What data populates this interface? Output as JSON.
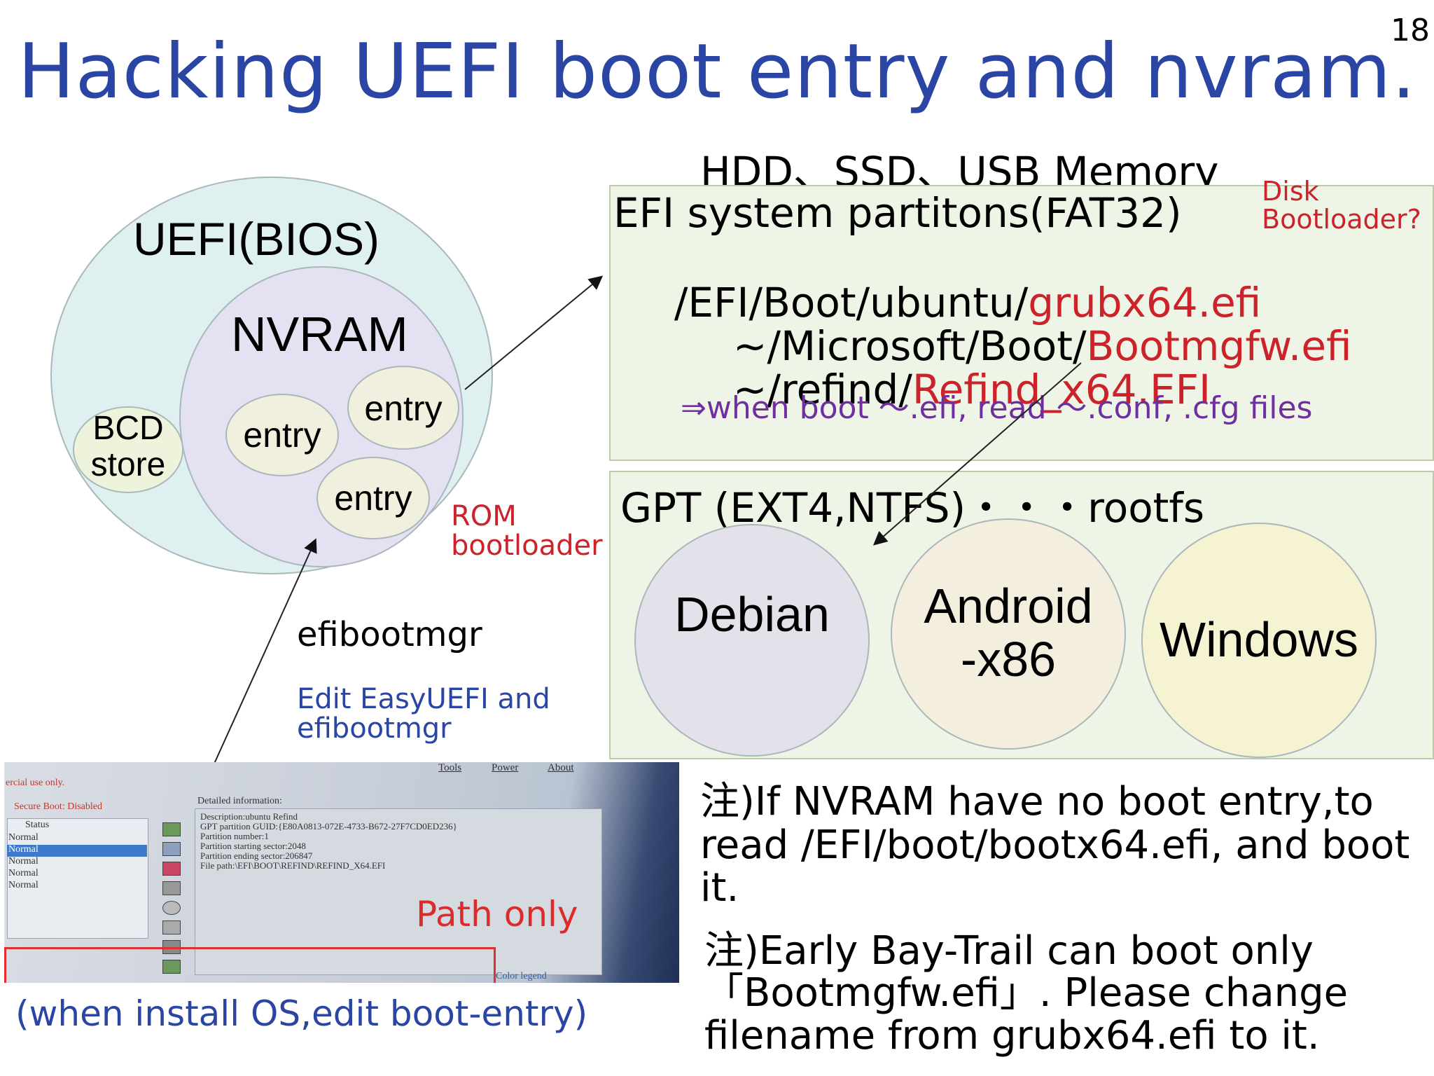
{
  "title": "Hacking UEFI boot entry and nvram.",
  "page_number": "18",
  "left": {
    "uefi_label": "UEFI(BIOS)",
    "nvram_label": "NVRAM",
    "bcd_label": "BCD store",
    "entries": [
      "entry",
      "entry",
      "entry"
    ],
    "rom_bootloader": "ROM bootloader",
    "efibootmgr": "efibootmgr",
    "edit_note": "Edit EasyUEFI and efibootmgr"
  },
  "right": {
    "storage_header": "HDD、SSD、USB Memory",
    "disk_bootloader": "Disk Bootloader?",
    "efi_title": "EFI system partitons(FAT32)",
    "paths": [
      {
        "prefix": "/EFI/Boot/ubuntu/",
        "file": "grubx64.efi"
      },
      {
        "prefix": "~/Microsoft/Boot/",
        "file": "Bootmgfw.efi"
      },
      {
        "prefix": "~/refind/",
        "file": "Refind_x64.EFI"
      }
    ],
    "when_boot": "⇒when boot ～.efi, read ～.conf, .cfg files",
    "gpt_title": "GPT (EXT4,NTFS)・・・rootfs",
    "os": [
      "Debian",
      "Android -x86",
      "Windows"
    ]
  },
  "screenshot": {
    "warning": "ercial use only.",
    "secure_boot": "Secure Boot: Disabled",
    "menu": [
      "Tools",
      "Power",
      "About"
    ],
    "status_header": "Status",
    "status_rows": [
      "Normal",
      "Normal",
      "Normal",
      "Normal",
      "Normal"
    ],
    "detail_title": "Detailed information:",
    "details": [
      "Description:ubuntu Refind",
      "GPT partition GUID:{E80A0813-072E-4733-B672-27F7CD0ED236}",
      "Partition number:1",
      "Partition starting sector:2048",
      "Partition ending sector:206847",
      "File path:\\EFI\\BOOT\\REFIND\\REFIND_X64.EFI"
    ],
    "color_legend": "Color legend",
    "path_only": "Path only",
    "caption": "(when install OS,edit boot-entry)"
  },
  "notes": [
    "注)If NVRAM have no boot entry,to read /EFI/boot/bootx64.efi, and boot it.",
    "注)Early Bay-Trail can boot only「Bootmgfw.efi」. Please change filename from grubx64.efi to it."
  ],
  "colors": {
    "title": "#2a45a3",
    "highlight": "#cc2229",
    "note": "#6f2fa0",
    "panel": "#eef5e6"
  }
}
